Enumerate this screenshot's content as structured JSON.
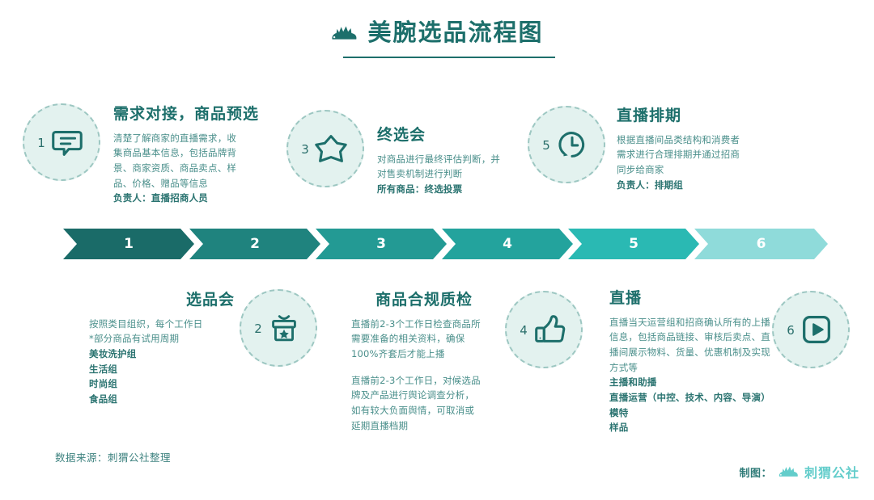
{
  "header": {
    "title": "美腕选品流程图",
    "logo_icon": "hedgehog-logo-icon"
  },
  "steps": [
    {
      "number": "1",
      "icon": "speech-bubble-icon",
      "heading": "需求对接，商品预选",
      "lines": [
        {
          "text": "清楚了解商家的直播需求，收",
          "bold": false
        },
        {
          "text": "集商品基本信息，包括品牌背",
          "bold": false
        },
        {
          "text": "景、商家资质、商品卖点、样",
          "bold": false
        },
        {
          "text": "品、价格、赠品等信息",
          "bold": false
        },
        {
          "text": "负责人：直播招商人员",
          "bold": true
        }
      ]
    },
    {
      "number": "2",
      "icon": "gift-box-star-icon",
      "heading": "选品会",
      "lines": [
        {
          "text": "按照类目组织，每个工作日",
          "bold": false
        },
        {
          "text": "*部分商品有试用周期",
          "bold": false
        },
        {
          "text": "美妆洗护组",
          "bold": true
        },
        {
          "text": "生活组",
          "bold": true
        },
        {
          "text": "时尚组",
          "bold": true
        },
        {
          "text": "食品组",
          "bold": true
        }
      ]
    },
    {
      "number": "3",
      "icon": "star-icon",
      "heading": "终选会",
      "lines": [
        {
          "text": "对商品进行最终评估判断，并",
          "bold": false
        },
        {
          "text": "对售卖机制进行判断",
          "bold": false
        },
        {
          "text": "所有商品：终选投票",
          "bold": true
        }
      ]
    },
    {
      "number": "4",
      "icon": "thumbs-up-icon",
      "heading": "商品合规质检",
      "lines": [
        {
          "text": "直播前2-3个工作日检查商品所",
          "bold": false
        },
        {
          "text": "需要准备的相关资料，确保",
          "bold": false
        },
        {
          "text": "100%齐套后才能上播",
          "bold": false
        },
        {
          "text": "直播前2-3个工作日，对候选品",
          "bold": false,
          "gap": true
        },
        {
          "text": "牌及产品进行舆论调查分析，",
          "bold": false
        },
        {
          "text": "如有较大负面舆情，可取消或",
          "bold": false
        },
        {
          "text": "延期直播档期",
          "bold": false
        }
      ]
    },
    {
      "number": "5",
      "icon": "clock-icon",
      "heading": "直播排期",
      "lines": [
        {
          "text": "根据直播间品类结构和消费者",
          "bold": false
        },
        {
          "text": "需求进行合理排期并通过招商",
          "bold": false
        },
        {
          "text": "同步给商家",
          "bold": false
        },
        {
          "text": "负责人：排期组",
          "bold": true
        }
      ]
    },
    {
      "number": "6",
      "icon": "play-button-icon",
      "heading": "直播",
      "lines": [
        {
          "text": "直播当天运营组和招商确认所有的上播",
          "bold": false
        },
        {
          "text": "信息，包括商品链接、审核后卖点、直",
          "bold": false
        },
        {
          "text": "播间展示物料、货量、优惠机制及实现",
          "bold": false
        },
        {
          "text": "方式等",
          "bold": false
        },
        {
          "text": "主播和助播",
          "bold": true
        },
        {
          "text": "直播运营（中控、技术、内容、导演）",
          "bold": true
        },
        {
          "text": "模特",
          "bold": true
        },
        {
          "text": "样品",
          "bold": true
        }
      ]
    }
  ],
  "chevrons": [
    {
      "label": "1",
      "color": "#1a6b68"
    },
    {
      "label": "2",
      "color": "#1f837e"
    },
    {
      "label": "3",
      "color": "#239a94"
    },
    {
      "label": "4",
      "color": "#23a39d"
    },
    {
      "label": "5",
      "color": "#2ab9b3"
    },
    {
      "label": "6",
      "color": "#8fdbda"
    }
  ],
  "footer": {
    "source": "数据来源：刺猬公社整理",
    "credit_label": "制图：",
    "credit_brand": "刺猬公社",
    "credit_logo_icon": "hedgehog-logo-icon"
  },
  "colors": {
    "primary_dark": "#1d6f6b",
    "body_text": "#4a8f8b",
    "circle_fill": "#e3f2ef",
    "circle_dash": "#9dc7c2",
    "brand_light": "#63cdcb"
  }
}
